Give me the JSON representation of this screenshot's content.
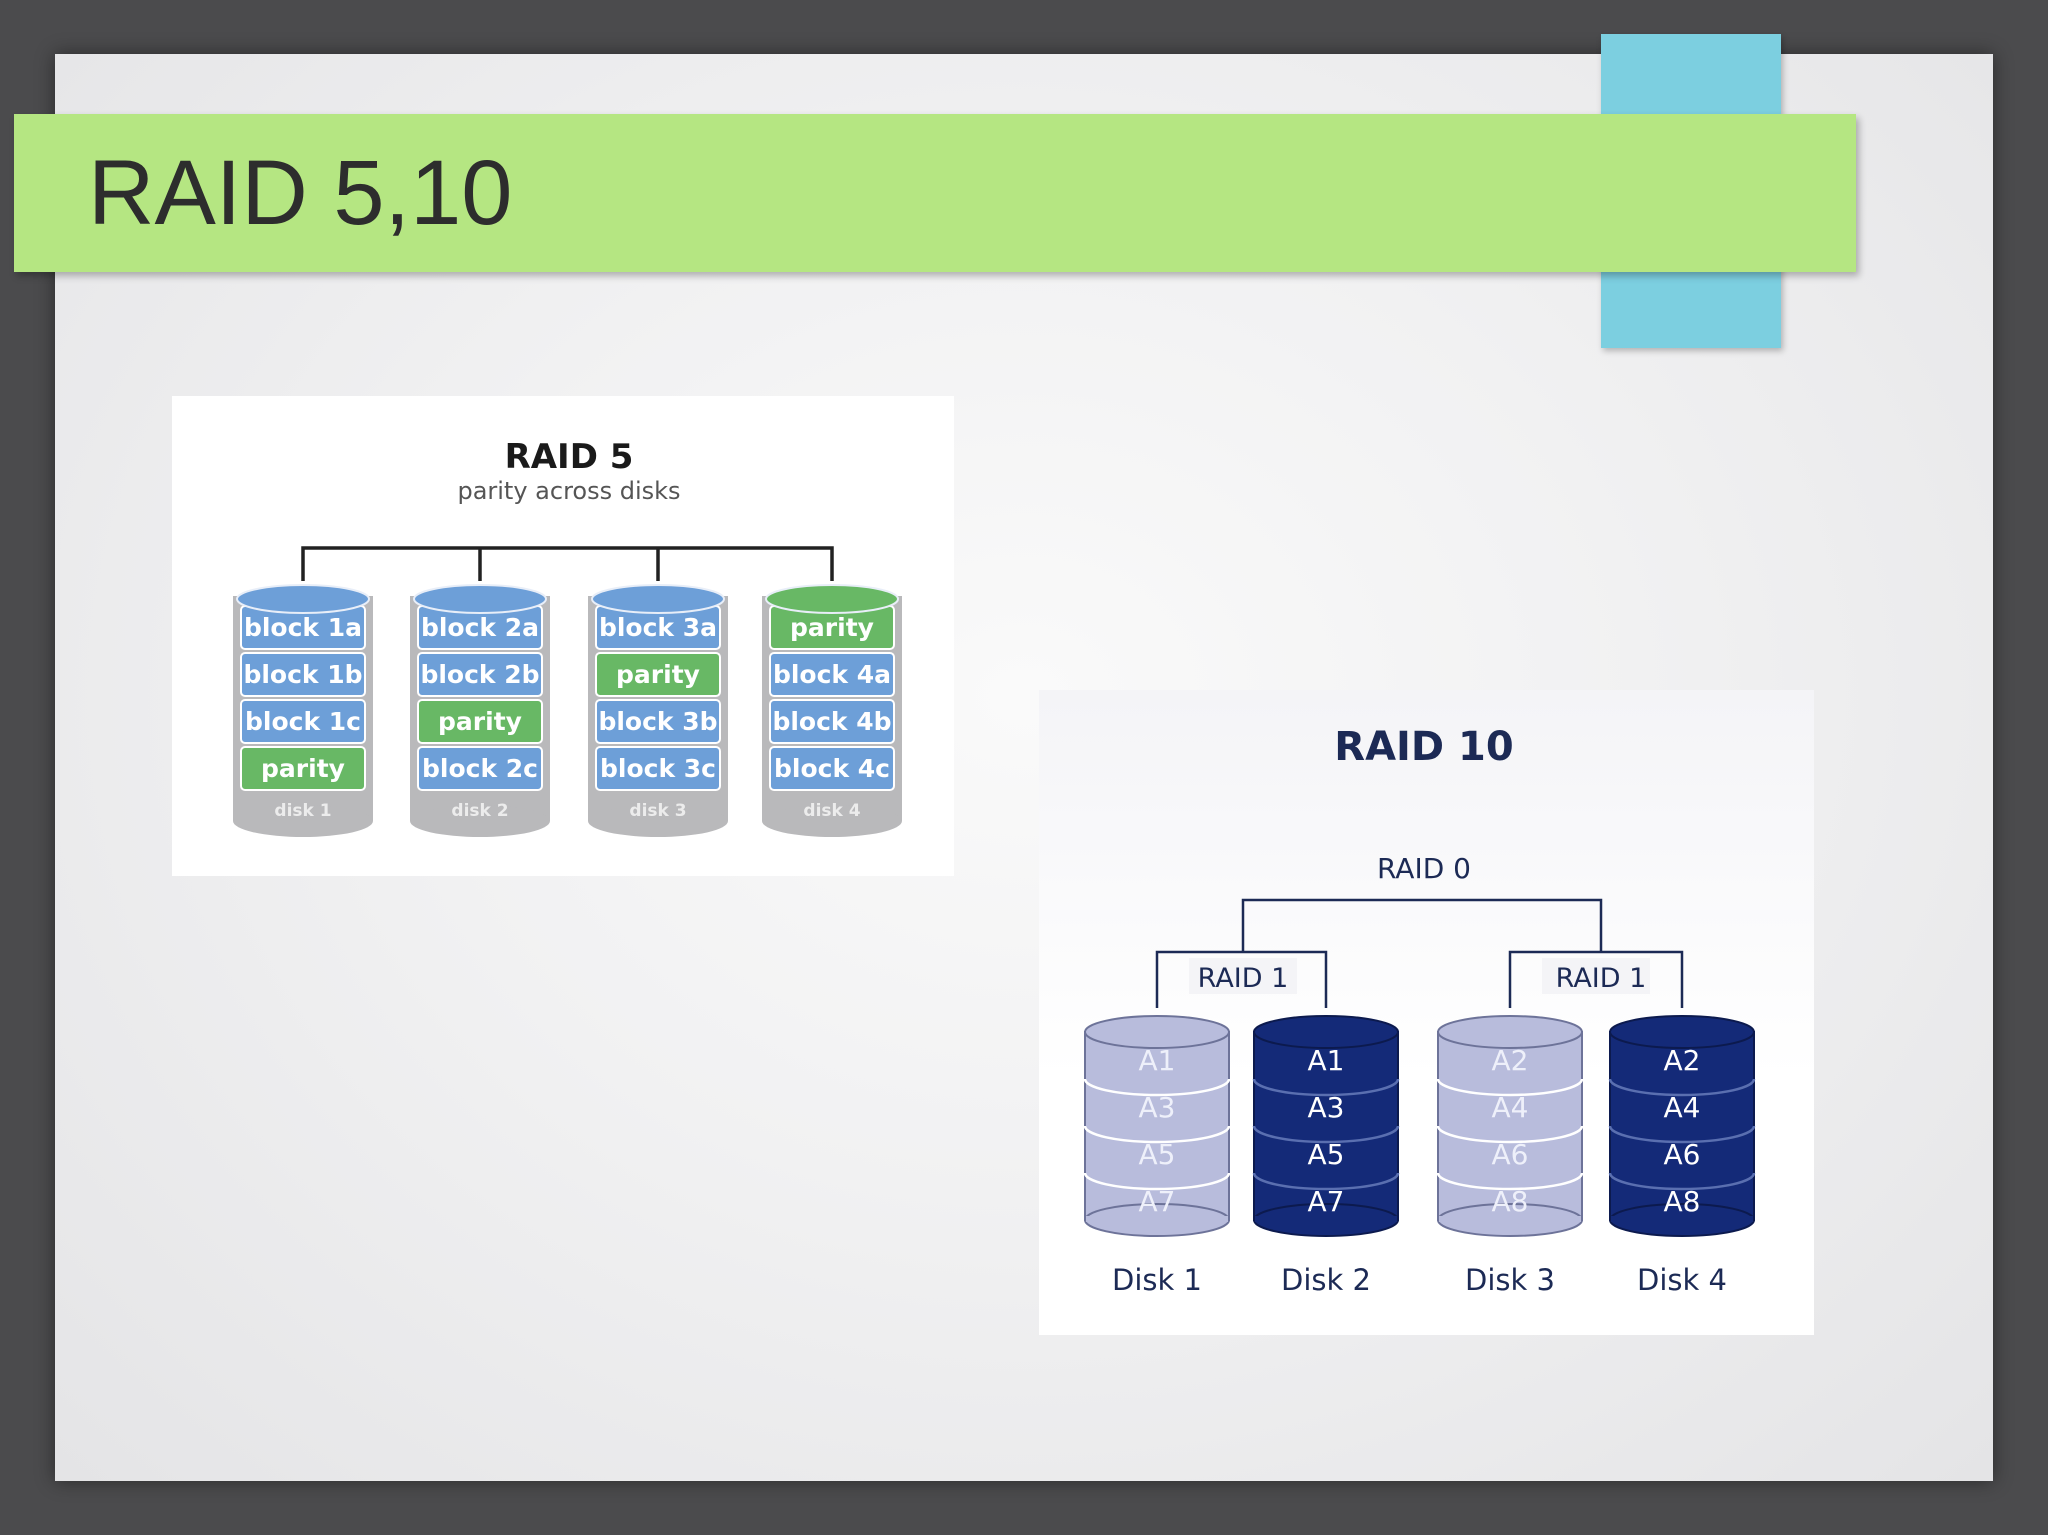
{
  "slide": {
    "title": "RAID 5,10",
    "colors": {
      "title_bar": "#b5e682",
      "accent": "#7ccfe0",
      "background": "#4b4b4d"
    }
  },
  "raid5": {
    "title": "RAID 5",
    "subtitle": "parity across disks",
    "disks": [
      {
        "label": "disk 1",
        "blocks": [
          "block 1a",
          "block 1b",
          "block 1c",
          "parity"
        ]
      },
      {
        "label": "disk 2",
        "blocks": [
          "block 2a",
          "block 2b",
          "parity",
          "block 2c"
        ]
      },
      {
        "label": "disk 3",
        "blocks": [
          "block 3a",
          "parity",
          "block 3b",
          "block 3c"
        ]
      },
      {
        "label": "disk 4",
        "blocks": [
          "parity",
          "block 4a",
          "block 4b",
          "block 4c"
        ]
      }
    ],
    "colors": {
      "data": "#6d9fd8",
      "parity": "#68b865",
      "base": "#b9b9bb"
    }
  },
  "raid10": {
    "title": "RAID 10",
    "top_label": "RAID 0",
    "mirror_labels": [
      "RAID 1",
      "RAID 1"
    ],
    "disks": [
      {
        "label": "Disk 1",
        "blocks": [
          "A1",
          "A3",
          "A5",
          "A7"
        ],
        "style": "light"
      },
      {
        "label": "Disk 2",
        "blocks": [
          "A1",
          "A3",
          "A5",
          "A7"
        ],
        "style": "dark"
      },
      {
        "label": "Disk 3",
        "blocks": [
          "A2",
          "A4",
          "A6",
          "A8"
        ],
        "style": "light"
      },
      {
        "label": "Disk 4",
        "blocks": [
          "A2",
          "A4",
          "A6",
          "A8"
        ],
        "style": "dark"
      }
    ],
    "colors": {
      "light": "#b8bcdc",
      "dark": "#142a78"
    }
  }
}
